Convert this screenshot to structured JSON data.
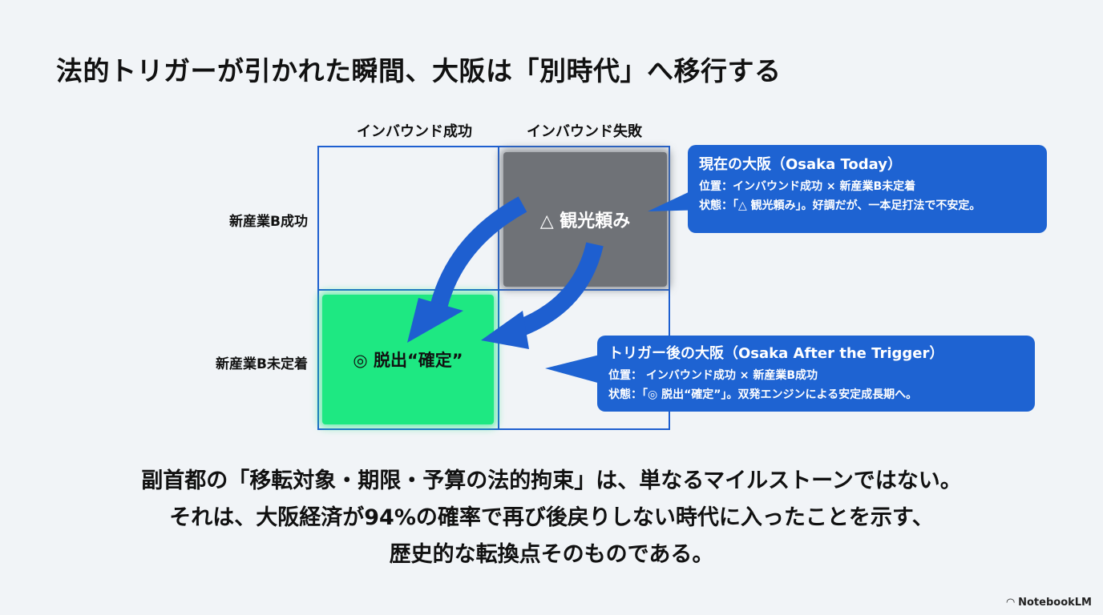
{
  "title": "法的トリガーが引かれた瞬間、大阪は「別時代」へ移行する",
  "matrix": {
    "col_headers": [
      "インバウンド成功",
      "インバウンド失敗"
    ],
    "row_headers": [
      "新産業B成功",
      "新産業B未定着"
    ],
    "current_cell": "△ 観光頼み",
    "target_cell": "◎ 脱出“確定”"
  },
  "callouts": [
    {
      "heading": "現在の大阪（Osaka Today）",
      "lines": [
        "位置：インバウンド成功 × 新産業B未定着",
        "状態：「△ 観光頼み」。好調だが、一本足打法で不安定。"
      ]
    },
    {
      "heading": "トリガー後の大阪（Osaka After the Trigger）",
      "lines": [
        "位置： インバウンド成功 × 新産業B成功",
        "状態：「◎ 脱出“確定”」。双発エンジンによる安定成長期へ。"
      ]
    }
  ],
  "bottom_lines": [
    "副首都の「移転対象・期限・予算の法的拘束」は、単なるマイルストーンではない。",
    "それは、大阪経済が94%の確率で再び後戻りしない時代に入ったことを示す、",
    "歴史的な転換点そのものである。"
  ],
  "brand": "NotebookLM",
  "colors": {
    "accent": "#1e63d2",
    "current": "#6f7277",
    "target": "#1ee882"
  }
}
